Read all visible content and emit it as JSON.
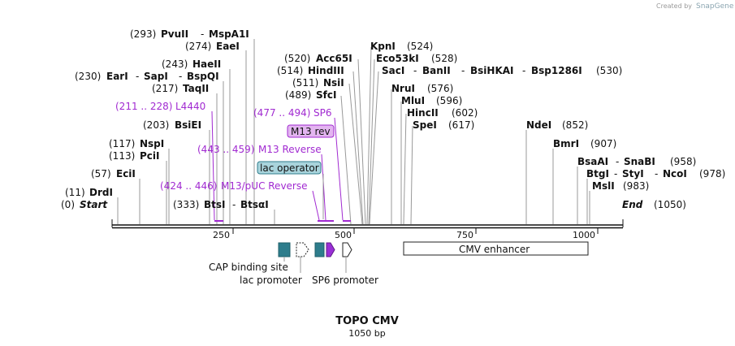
{
  "credit": "Created by",
  "brand": "SnapGene",
  "title": "TOPO CMV",
  "length": "1050 bp",
  "ends": {
    "start_pos": "(0)",
    "start": "Start",
    "end": "End",
    "end_pos": "(1050)"
  },
  "ticks": [
    "250",
    "500",
    "750",
    "1000"
  ],
  "sites": [
    {
      "pos": "(293)",
      "names": [
        "PvuII",
        "MspA1I"
      ]
    },
    {
      "pos": "(274)",
      "names": [
        "EaeI"
      ]
    },
    {
      "pos": "(243)",
      "names": [
        "HaeII"
      ]
    },
    {
      "pos": "(230)",
      "names": [
        "EarI",
        "SapI",
        "BspQI"
      ]
    },
    {
      "pos": "(217)",
      "names": [
        "TaqII"
      ]
    },
    {
      "pos": "(203)",
      "names": [
        "BsiEI"
      ]
    },
    {
      "pos": "(117)",
      "names": [
        "NspI"
      ]
    },
    {
      "pos": "(113)",
      "names": [
        "PciI"
      ]
    },
    {
      "pos": "(57)",
      "names": [
        "EciI"
      ]
    },
    {
      "pos": "(11)",
      "names": [
        "DrdI"
      ]
    },
    {
      "pos": "(333)",
      "names": [
        "BtsI",
        "BtsαI"
      ]
    },
    {
      "pos": "(520)",
      "names": [
        "Acc65I"
      ]
    },
    {
      "pos": "(514)",
      "names": [
        "HindIII"
      ]
    },
    {
      "pos": "(511)",
      "names": [
        "NsiI"
      ]
    },
    {
      "pos": "(489)",
      "names": [
        "SfcI"
      ]
    },
    {
      "pos": "(524)",
      "names": [
        "KpnI"
      ]
    },
    {
      "pos": "(528)",
      "names": [
        "Eco53kI"
      ]
    },
    {
      "pos": "(530)",
      "names": [
        "SacI",
        "BanII",
        "BsiHKAI",
        "Bsp1286I"
      ]
    },
    {
      "pos": "(576)",
      "names": [
        "NruI"
      ]
    },
    {
      "pos": "(596)",
      "names": [
        "MluI"
      ]
    },
    {
      "pos": "(602)",
      "names": [
        "HincII"
      ]
    },
    {
      "pos": "(617)",
      "names": [
        "SpeI"
      ]
    },
    {
      "pos": "(852)",
      "names": [
        "NdeI"
      ]
    },
    {
      "pos": "(907)",
      "names": [
        "BmrI"
      ]
    },
    {
      "pos": "(958)",
      "names": [
        "BsaAI",
        "SnaBI"
      ]
    },
    {
      "pos": "(978)",
      "names": [
        "BtgI",
        "StyI",
        "NcoI"
      ]
    },
    {
      "pos": "(983)",
      "names": [
        "MslI"
      ]
    }
  ],
  "primers": [
    {
      "range": "(211 .. 228)",
      "name": "L4440"
    },
    {
      "range": "(477 .. 494)",
      "name": "SP6"
    },
    {
      "range": "(443 .. 459)",
      "name": "M13 Reverse"
    },
    {
      "range": "(424 .. 446)",
      "name": "M13/pUC Reverse"
    }
  ],
  "boxed_primers": [
    "M13 rev"
  ],
  "boxed_features": [
    "lac operator"
  ],
  "features": [
    "CAP binding site",
    "lac promoter",
    "SP6 promoter",
    "CMV enhancer"
  ],
  "colors": {
    "primer": "#a12ad1",
    "teal": "#2e7d8c",
    "purple_arrow": "#9a2fd6",
    "lac_operator_bg": "#a9d4dc",
    "m13rev_bg": "#e3b5f0"
  }
}
